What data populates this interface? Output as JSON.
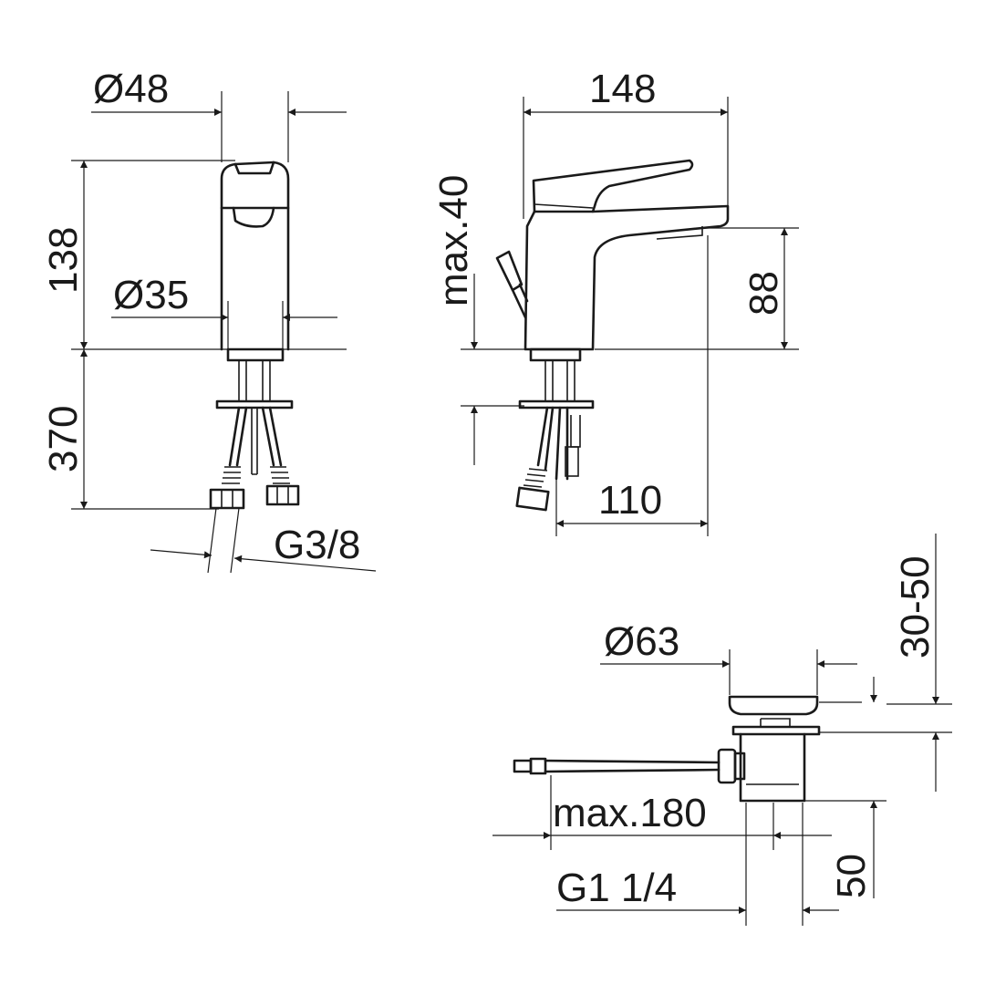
{
  "dimensions": {
    "d48": "Ø48",
    "h138": "138",
    "d35": "Ø35",
    "h370": "370",
    "g38": "G3/8",
    "w148": "148",
    "max40": "max.40",
    "h88": "88",
    "w110": "110",
    "d63": "Ø63",
    "r3050": "30-50",
    "max180": "max.180",
    "g114": "G1 1/4",
    "h50": "50"
  }
}
